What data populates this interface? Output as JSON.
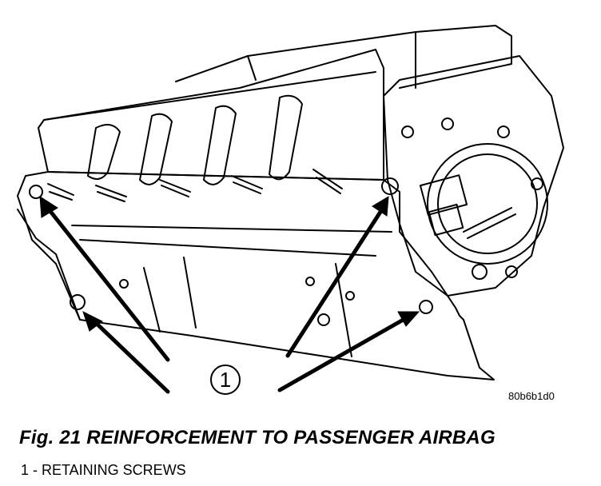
{
  "figure": {
    "callout_number": "1",
    "figure_code": "80b6b1d0"
  },
  "caption": {
    "title": "Fig. 21 REINFORCEMENT TO PASSENGER AIRBAG"
  },
  "legend": {
    "items": [
      "1 - RETAINING SCREWS"
    ]
  }
}
